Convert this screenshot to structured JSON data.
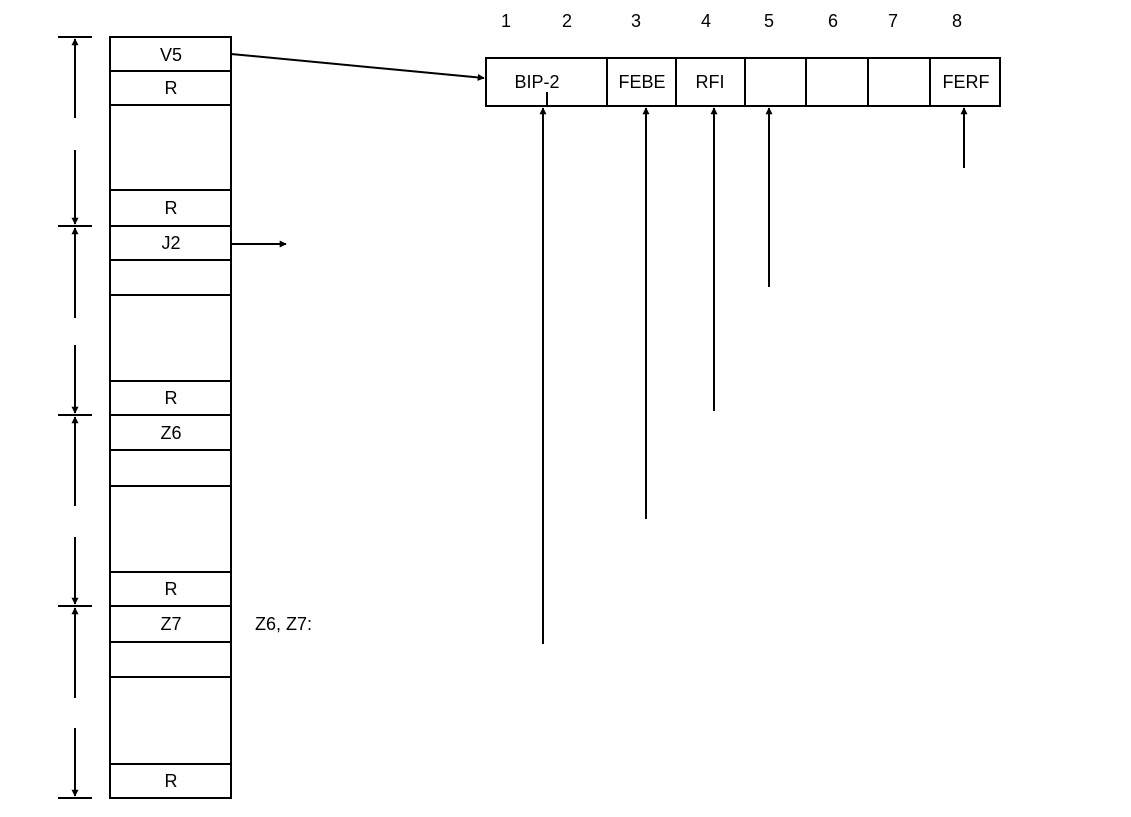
{
  "frame_cells": {
    "v5": "V5",
    "r1": "R",
    "r2": "R",
    "j2": "J2",
    "r3": "R",
    "z6": "Z6",
    "r4": "R",
    "z7": "Z7",
    "r5": "R"
  },
  "note": "Z6, Z7:",
  "byte": {
    "bit_numbers": [
      "1",
      "2",
      "3",
      "4",
      "5",
      "6",
      "7",
      "8"
    ],
    "bip2": "BIP-2",
    "febe": "FEBE",
    "rfi": "RFI",
    "ferf": "FERF"
  }
}
